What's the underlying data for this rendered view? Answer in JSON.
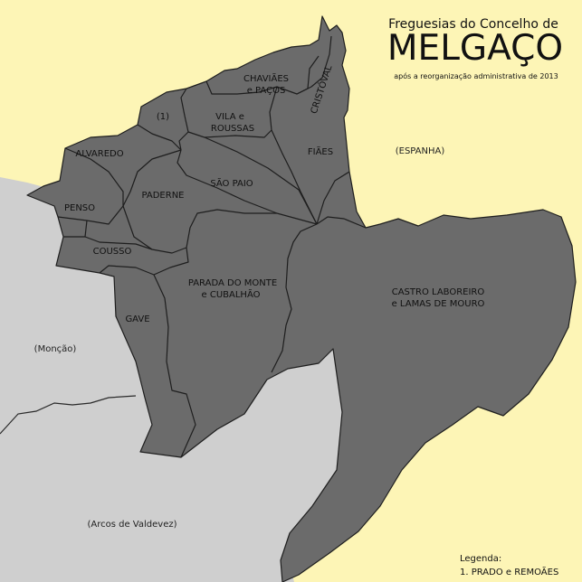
{
  "title": {
    "line1": "Freguesias do Concelho de",
    "line2": "MELGAÇO",
    "line3": "após a reorganização administrativa de 2013"
  },
  "colors": {
    "spain": "#fdf5b6",
    "portugal_outside": "#cfcfcf",
    "municipality": "#6b6b6b",
    "border": "#1e1e1e"
  },
  "external_labels": {
    "spain": "(ESPANHA)",
    "moncao": "(Monção)",
    "arcos": "(Arcos de Valdevez)"
  },
  "parishes": {
    "chaviaes": [
      "CHAVIÃES",
      "e PAÇOS"
    ],
    "cristoval": "CRISTÓVAL",
    "one": "(1)",
    "vila": [
      "VILA e",
      "ROUSSAS"
    ],
    "fiaes": "FIÃES",
    "alvaredo": "ALVAREDO",
    "sao_paio": "SÃO PAIO",
    "paderne": "PADERNE",
    "penso": "PENSO",
    "cousso": "COUSSO",
    "parada": [
      "PARADA DO MONTE",
      "e CUBALHÃO"
    ],
    "castro": [
      "CASTRO LABOREIRO",
      "e LAMAS DE MOURO"
    ],
    "gave": "GAVE"
  },
  "legend": {
    "heading": "Legenda:",
    "items": [
      "1. PRADO e REMOÃES"
    ]
  }
}
